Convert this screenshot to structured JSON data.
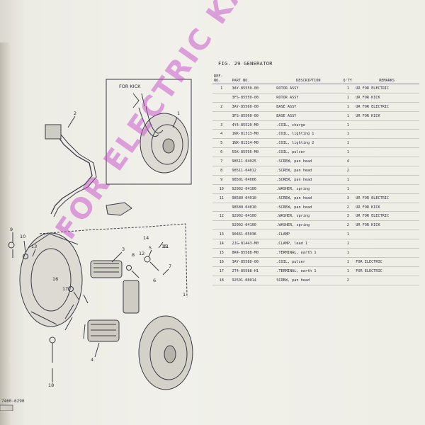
{
  "figure": {
    "title": "FIG. 29  GENERATOR",
    "inset_label": "FOR KICK",
    "footer_code": "7460-6290",
    "callouts": [
      "1",
      "2",
      "3",
      "4",
      "5",
      "6",
      "7",
      "8",
      "9",
      "10",
      "11",
      "12",
      "13",
      "14",
      "15",
      "16",
      "17",
      "18"
    ]
  },
  "table": {
    "headers": {
      "ref": "REF. NO.",
      "part": "PART NO.",
      "desc": "DESCRIPTION",
      "qty": "Q'TY",
      "remarks": "REMARKS"
    },
    "rows": [
      {
        "ref": "1",
        "part": "3AY-85550-00",
        "desc": "ROTOR ASSY",
        "qty": "1",
        "remarks": "UR FOR ELECTRIC"
      },
      {
        "ref": "",
        "part": "3FS-85550-00",
        "desc": "ROTOR ASSY",
        "qty": "1",
        "remarks": "UR FOR KICK"
      },
      {
        "ref": "2",
        "part": "3AY-85560-00",
        "desc": "BASE ASSY",
        "qty": "1",
        "remarks": "UR FOR ELECTRIC"
      },
      {
        "ref": "",
        "part": "3FS-85560-00",
        "desc": "BASE ASSY",
        "qty": "1",
        "remarks": "UR FOR KICK"
      },
      {
        "ref": "3",
        "part": "4Y4-85520-M0",
        "desc": ".COIL, charge",
        "qty": "1",
        "remarks": ""
      },
      {
        "ref": "4",
        "part": "1NX-81313-M0",
        "desc": ".COIL, lighting 1",
        "qty": "1",
        "remarks": ""
      },
      {
        "ref": "5",
        "part": "1NX-81314-M0",
        "desc": ".COIL, lighting 2",
        "qty": "1",
        "remarks": ""
      },
      {
        "ref": "6",
        "part": "55K-85595-M0",
        "desc": ".COIL, pulser",
        "qty": "1",
        "remarks": ""
      },
      {
        "ref": "7",
        "part": "98511-04025",
        "desc": ".SCREW, pan head",
        "qty": "4",
        "remarks": ""
      },
      {
        "ref": "8",
        "part": "98511-04012",
        "desc": ".SCREW, pan head",
        "qty": "2",
        "remarks": ""
      },
      {
        "ref": "9",
        "part": "98501-04006",
        "desc": ".SCREW, pan head",
        "qty": "1",
        "remarks": ""
      },
      {
        "ref": "10",
        "part": "92902-04100",
        "desc": ".WASHER, spring",
        "qty": "1",
        "remarks": ""
      },
      {
        "ref": "11",
        "part": "98580-04010",
        "desc": ".SCREW, pan head",
        "qty": "3",
        "remarks": "UR FOR ELECTRIC"
      },
      {
        "ref": "",
        "part": "98580-04010",
        "desc": ".SCREW, pan head",
        "qty": "2",
        "remarks": "UR FOR KICK"
      },
      {
        "ref": "12",
        "part": "92902-04100",
        "desc": ".WASHER, spring",
        "qty": "3",
        "remarks": "UR FOR ELECTRIC"
      },
      {
        "ref": "",
        "part": "92902-04100",
        "desc": ".WASHER, spring",
        "qty": "2",
        "remarks": "UR FOR KICK"
      },
      {
        "ref": "13",
        "part": "90461-05036",
        "desc": ".CLAMP",
        "qty": "1",
        "remarks": ""
      },
      {
        "ref": "14",
        "part": "2JG-81443-M0",
        "desc": ".CLAMP, lead 1",
        "qty": "1",
        "remarks": ""
      },
      {
        "ref": "15",
        "part": "8R4-85588-M0",
        "desc": ".TERMINAL, earth 1",
        "qty": "1",
        "remarks": ""
      },
      {
        "ref": "16",
        "part": "3AY-85580-00",
        "desc": ".COIL, pulser",
        "qty": "1",
        "remarks": "FOR ELECTRIC"
      },
      {
        "ref": "17",
        "part": "2T4-85588-H1",
        "desc": ".TERMINAL, earth 1",
        "qty": "1",
        "remarks": "FOR ELECTRIC"
      },
      {
        "ref": "18",
        "part": "92501-08014",
        "desc": "SCREW, pan head",
        "qty": "2",
        "remarks": ""
      }
    ]
  },
  "watermark": {
    "text": "FOR ELECTRIC KART",
    "color": "#c446c8"
  }
}
